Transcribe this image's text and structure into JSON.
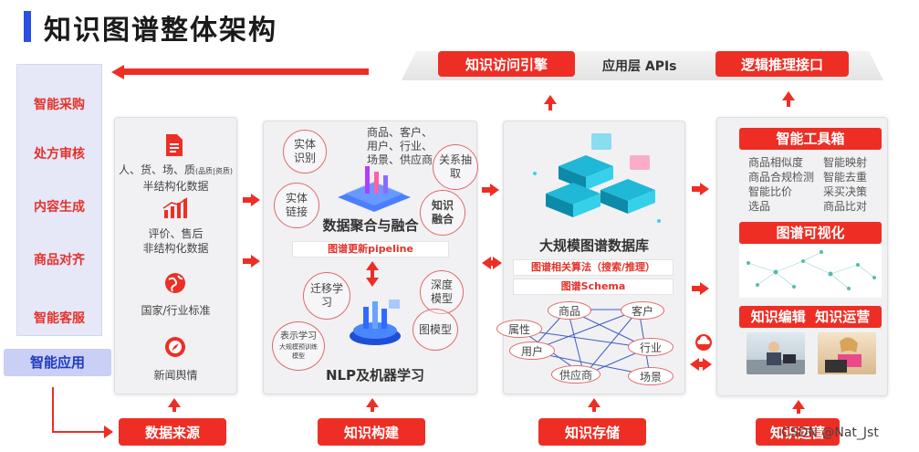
{
  "title": "知识图谱整体架构",
  "api_layer": {
    "left_button": "知识访问引擎",
    "center_label": "应用层 APIs",
    "right_button": "逻辑推理接口"
  },
  "applications": {
    "items": [
      "智能采购",
      "处方审核",
      "内容生成",
      "商品对齐",
      "智能客服"
    ],
    "footer": "智能应用"
  },
  "data_sources": {
    "items": [
      {
        "icon": "document-icon",
        "line1": "人、货、场、质",
        "note": "(品质|资质)",
        "line2": "半结构化数据"
      },
      {
        "icon": "bar-chart-icon",
        "line1": "评价、售后",
        "line2": "非结构化数据"
      },
      {
        "icon": "globe-icon",
        "line1": "国家/行业标准"
      },
      {
        "icon": "compass-icon",
        "line1": "新闻舆情"
      }
    ],
    "bottom_label": "数据来源"
  },
  "knowledge_build": {
    "circles_top": [
      "实体\n识别",
      "实体\n链接",
      "关系抽\n取",
      "知识\n融合"
    ],
    "text_cloud": [
      "商品、客户、",
      "用户、行业、",
      "场景、供应商"
    ],
    "fusion_label": "数据聚合与融合",
    "pipeline_label": "图谱更新pipeline",
    "circles_bottom": [
      "迁移学\n习",
      "深度\n模型",
      "图模型"
    ],
    "small_circle": {
      "title": "表示学习",
      "sub1": "大规模预训练",
      "sub2": "模型"
    },
    "nlp_label": "NLP及机器学习",
    "bottom_label": "知识构建"
  },
  "storage": {
    "db_label": "大规模图谱数据库",
    "algo_label": "图谱相关算法（搜索/推理）",
    "schema_label": "图谱Schema",
    "nodes": [
      "商品",
      "客户",
      "属性",
      "用户",
      "行业",
      "供应商",
      "场景"
    ],
    "bottom_label": "知识存储"
  },
  "toolbox": {
    "title": "智能工具箱",
    "tools": [
      "商品相似度",
      "智能映射",
      "商品合规检测",
      "智能去重",
      "智能比价",
      "采买决策",
      "选品",
      "商品比对"
    ],
    "viz_title": "图谱可视化",
    "edit_title": "知识编辑",
    "ops_title": "知识运营",
    "bottom_label": "知识运营"
  },
  "watermark": "CSDN @Nat_Jst",
  "colors": {
    "accent_red": "#ee2e24",
    "title_blue": "#2b4fe0",
    "app_bg": "#e6e8f8"
  }
}
